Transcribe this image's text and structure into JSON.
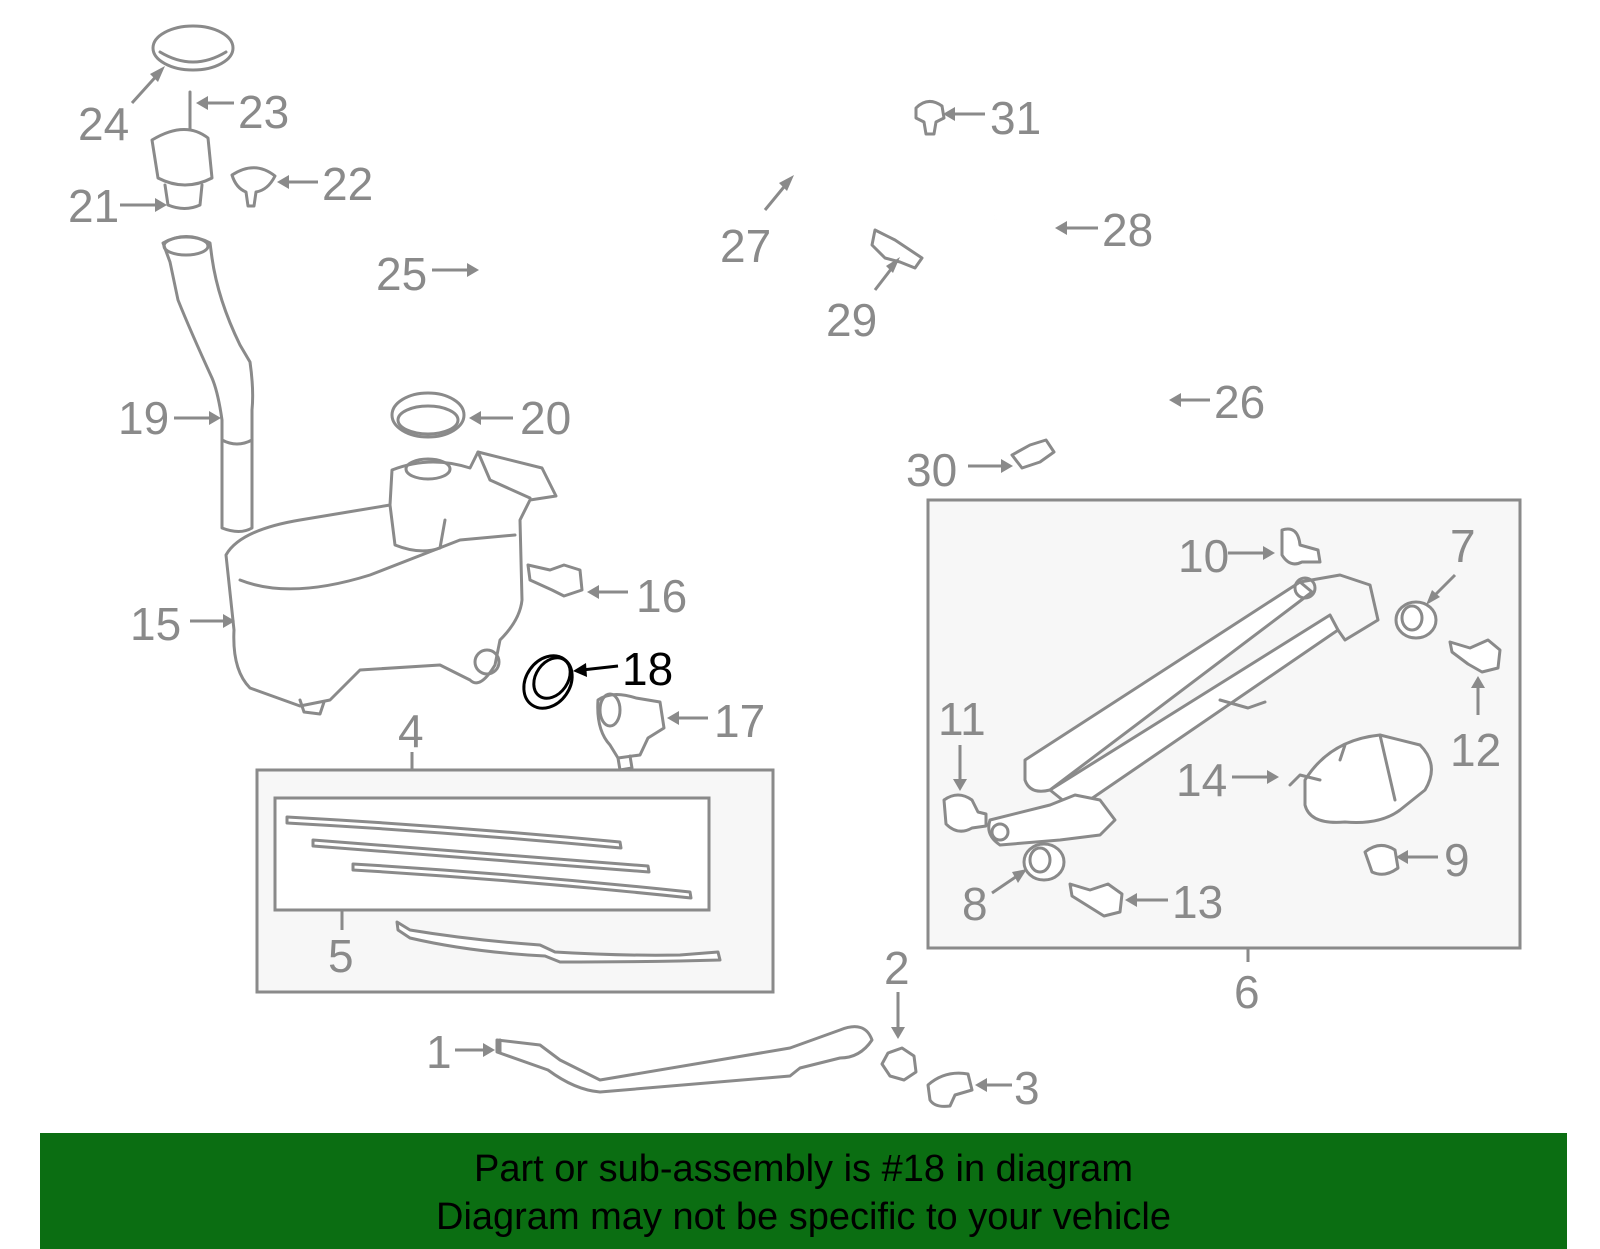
{
  "callouts": {
    "c1": "1",
    "c2": "2",
    "c3": "3",
    "c4": "4",
    "c5": "5",
    "c6": "6",
    "c7": "7",
    "c8": "8",
    "c9": "9",
    "c10": "10",
    "c11": "11",
    "c12": "12",
    "c13": "13",
    "c14": "14",
    "c15": "15",
    "c16": "16",
    "c17": "17",
    "c18": "18",
    "c19": "19",
    "c20": "20",
    "c21": "21",
    "c22": "22",
    "c23": "23",
    "c24": "24",
    "c25": "25",
    "c26": "26",
    "c27": "27",
    "c28": "28",
    "c29": "29",
    "c30": "30",
    "c31": "31"
  },
  "highlighted_part": "18",
  "banner": {
    "line1": "Part or sub-assembly is #18 in diagram",
    "line2": "Diagram may not be specific to your vehicle",
    "background": "#0b6e12"
  },
  "colors": {
    "part_stroke": "#8a8a8a",
    "highlight": "#000000"
  }
}
